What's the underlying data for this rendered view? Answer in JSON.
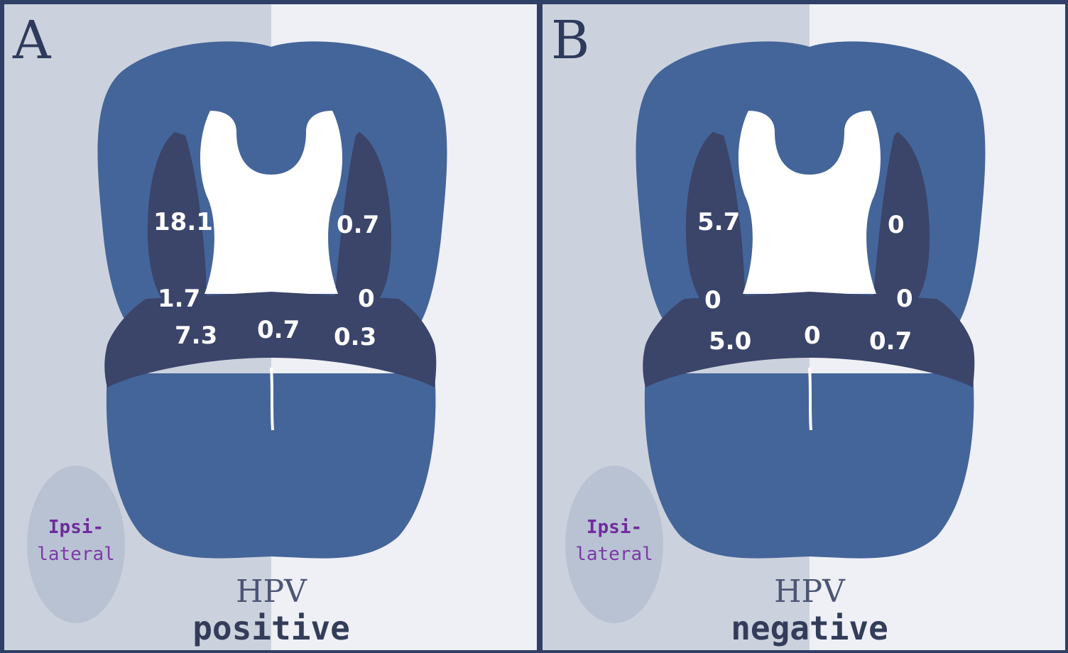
{
  "colors": {
    "tongue": "#44659a",
    "region": "#3b4469",
    "background": "#eef0f5",
    "ipsilateral_band": "#ccd2dd",
    "ipsi_text": "#7b3aa6"
  },
  "panels": [
    {
      "letter": "A",
      "hpv_label": "HPV",
      "status_label": "positive",
      "ipsi_line1": "Ipsi-",
      "ipsi_line2": "lateral",
      "values": {
        "tonsil_ipsi": "18.1",
        "tonsil_contra": "0.7",
        "glossotonsillar_ipsi": "1.7",
        "glossotonsillar_contra": "0",
        "base_ipsi": "7.3",
        "base_mid": "0.7",
        "base_contra": "0.3"
      }
    },
    {
      "letter": "B",
      "hpv_label": "HPV",
      "status_label": "negative",
      "ipsi_line1": "Ipsi-",
      "ipsi_line2": "lateral",
      "values": {
        "tonsil_ipsi": "5.7",
        "tonsil_contra": "0",
        "glossotonsillar_ipsi": "0",
        "glossotonsillar_contra": "0",
        "base_ipsi": "5.0",
        "base_mid": "0",
        "base_contra": "0.7"
      }
    }
  ]
}
